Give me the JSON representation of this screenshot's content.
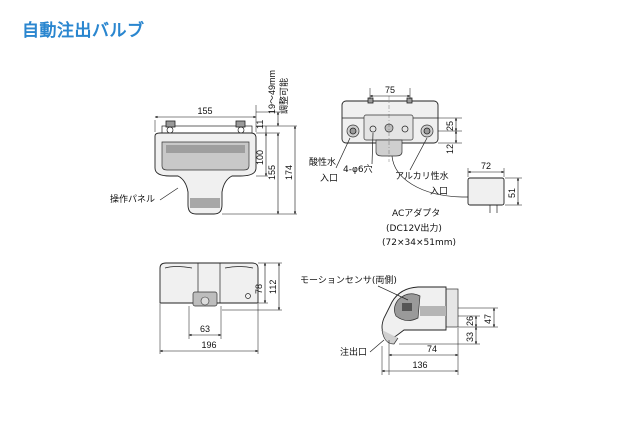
{
  "title": "自動注出バルブ",
  "front_view": {
    "dim_width": "155",
    "dim_height_100": "100",
    "dim_height_155": "155",
    "dim_height_174": "174",
    "dim_top_11": "11",
    "dim_adjust": "19～49mm",
    "dim_adjust_note": "調整可能",
    "label_panel": "操作パネル"
  },
  "top_view": {
    "dim_75": "75",
    "dim_25": "25",
    "dim_12": "12",
    "label_acid_1": "酸性水",
    "label_acid_2": "入口",
    "label_holes": "4-φ6穴",
    "label_alkali_1": "アルカリ性水",
    "label_alkali_2": "入口",
    "dim_adapter_72": "72",
    "dim_adapter_51": "51"
  },
  "adapter": {
    "line1": "ACアダプタ",
    "line2": "(DC12V出力)",
    "line3": "(72×34×51mm)"
  },
  "bottom_view": {
    "dim_78": "78",
    "dim_112": "112",
    "dim_63": "63",
    "dim_196": "196"
  },
  "side_view": {
    "label_sensor": "モーションセンサ(両側)",
    "label_outlet": "注出口",
    "dim_26": "26",
    "dim_33": "33",
    "dim_47": "47",
    "dim_74": "74",
    "dim_136": "136"
  }
}
